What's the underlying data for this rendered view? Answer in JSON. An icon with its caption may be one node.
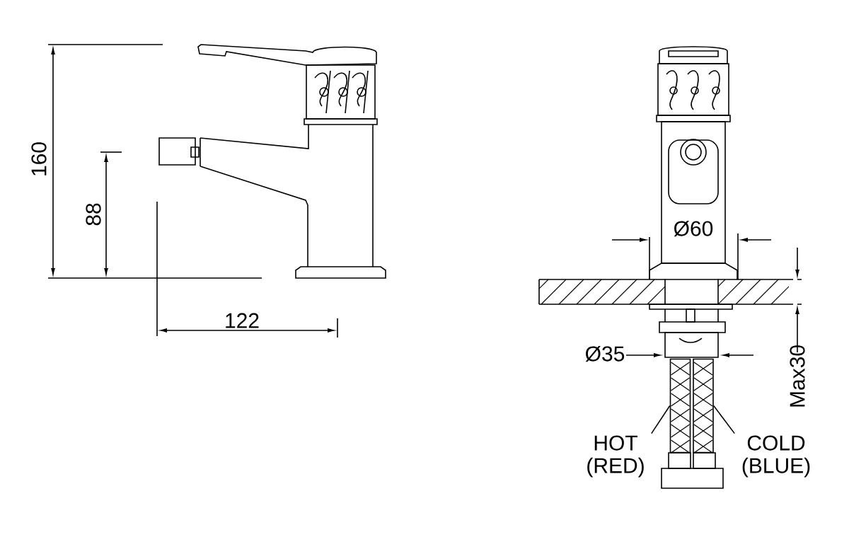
{
  "diagram": {
    "nodes": [
      {
        "text": [
          "HOT (RED)"
        ]
      },
      {
        "text": [],
        "shape": "picture"
      },
      {
        "text": [
          "COLD (BLUE)"
        ]
      },
      {
        "text": [],
        "shape": "picture"
      }
    ],
    "edges": [
      {
        "from": 0,
        "to": 1,
        "arrow": "none"
      },
      {
        "from": 2,
        "to": 3,
        "arrow": "none"
      }
    ],
    "labels": [
      "160",
      "88",
      "Ø60",
      "122",
      "Ø35",
      "Max30"
    ]
  }
}
